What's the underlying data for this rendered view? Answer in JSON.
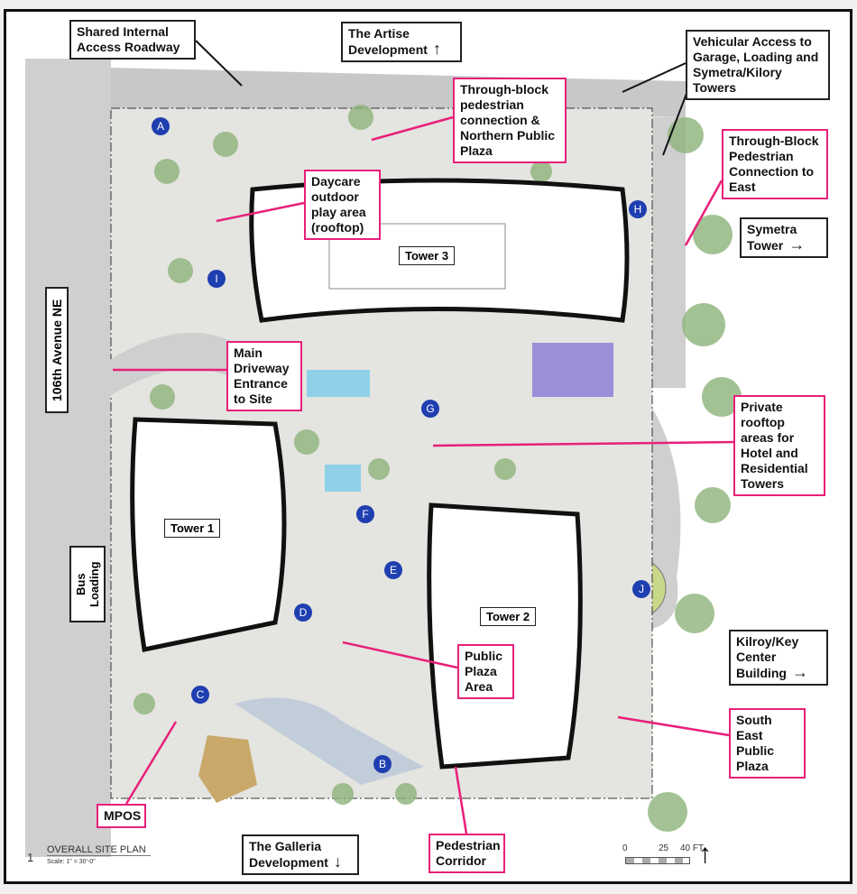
{
  "labels": {
    "shared_roadway": "Shared Internal Access Roadway",
    "artise": "The Artise Development",
    "vehicular": "Vehicular Access to Garage, Loading and Symetra/Kilory Towers",
    "through_block_north": "Through-block pedestrian connection & Northern Public Plaza",
    "through_block_east": "Through-Block Pedestrian Connection to East",
    "daycare": "Daycare outdoor play area (rooftop)",
    "symetra": "Symetra Tower",
    "avenue": "106th Avenue NE",
    "driveway": "Main Driveway Entrance to Site",
    "private_rooftop": "Private rooftop areas for Hotel and Residential Towers",
    "bus_loading": "Bus Loading",
    "public_plaza": "Public Plaza Area",
    "kilroy": "Kilroy/Key Center Building",
    "south_east": "South East Public Plaza",
    "mpos": "MPOS",
    "galleria": "The Galleria Development",
    "ped_corridor": "Pedestrian Corridor"
  },
  "towers": {
    "t1": "Tower 1",
    "t2": "Tower 2",
    "t3": "Tower 3"
  },
  "markers": [
    "A",
    "B",
    "C",
    "D",
    "E",
    "F",
    "G",
    "H",
    "I",
    "J"
  ],
  "title_block": {
    "number": "1",
    "title": "OVERALL SITE PLAN",
    "scale": "Scale: 1\" = 30'-0\""
  },
  "scale_bar": {
    "zero": "0",
    "mid": "25",
    "end": "40 FT"
  },
  "icons": {
    "up": "↑",
    "down": "↓",
    "right": "→"
  },
  "colors": {
    "pink": "#e8207a",
    "marker": "#1f3fb0",
    "tree": "#7fa56a",
    "road": "#c8c8c8"
  }
}
